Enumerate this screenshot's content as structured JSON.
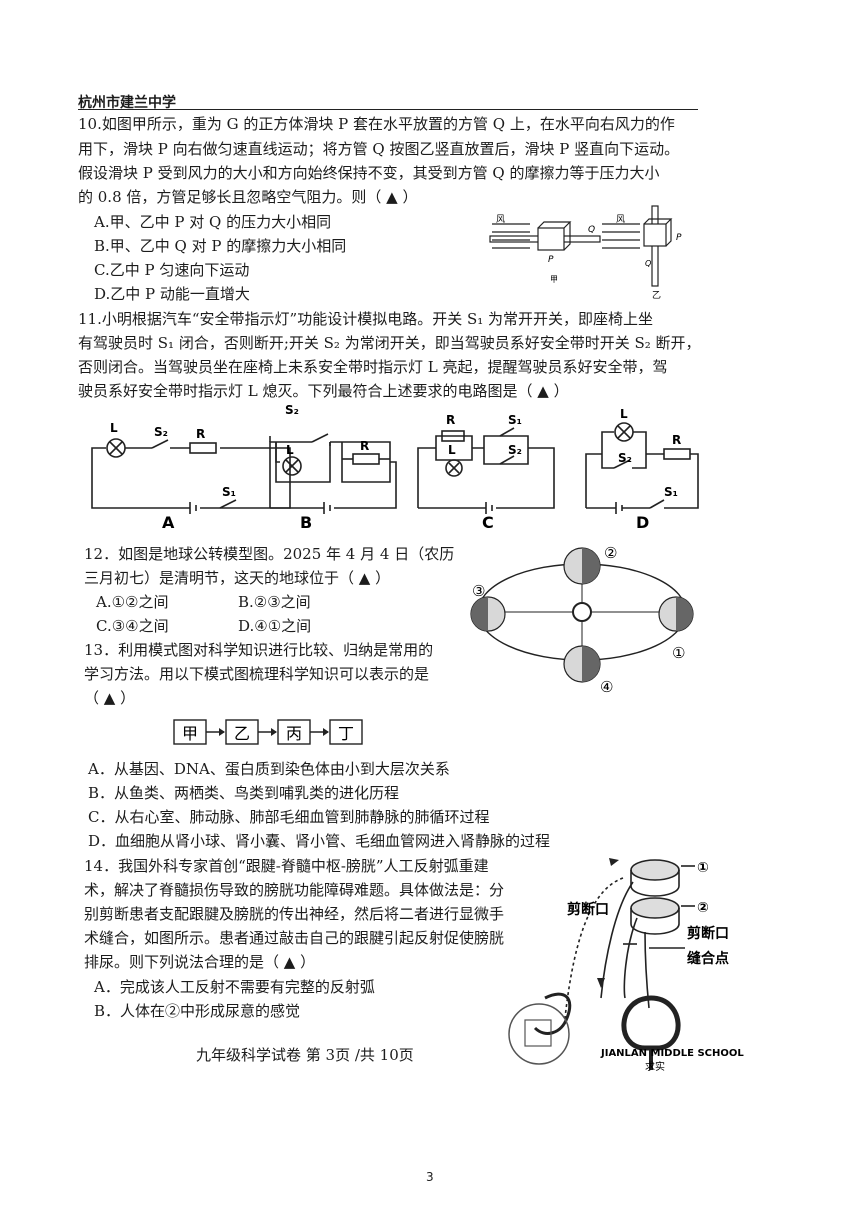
{
  "header": {
    "school": "杭州市建兰中学"
  },
  "q10": {
    "lines": [
      "10.如图甲所示，重为 G 的正方体滑块 P 套在水平放置的方管 Q 上，在水平向右风力的作",
      "用下，滑块 P 向右做匀速直线运动；将方管 Q 按图乙竖直放置后，滑块 P 竖直向下运动。",
      "假设滑块 P 受到风力的大小和方向始终保持不变，其受到方管 Q 的摩擦力等于压力大小",
      "的 0.8 倍，方管足够长且忽略空气阻力。则（ ▲ ）"
    ],
    "options": [
      "A.甲、乙中 P 对 Q 的压力大小相同",
      "B.甲、乙中 Q 对 P 的摩擦力大小相同",
      "C.乙中 P 匀速向下运动",
      "D.乙中 P 动能一直增大"
    ],
    "fig": {
      "wind": "风",
      "p": "P",
      "q": "Q",
      "jia": "甲",
      "yi": "乙"
    }
  },
  "q11": {
    "lines": [
      "11.小明根据汽车“安全带指示灯”功能设计模拟电路。开关 S₁ 为常开开关，即座椅上坐",
      "有驾驶员时 S₁ 闭合，否则断开;开关 S₂ 为常闭开关，即当驾驶员系好安全带时开关 S₂ 断开，",
      "否则闭合。当驾驶员坐在座椅上未系安全带时指示灯 L 亮起，提醒驾驶员系好安全带，驾",
      "驶员系好安全带时指示灯 L 熄灭。下列最符合上述要求的电路图是（ ▲ ）"
    ],
    "circuits": {
      "L": "L",
      "R": "R",
      "S1": "S₁",
      "S2": "S₂",
      "A": "A",
      "B": "B",
      "C": "C",
      "D": "D"
    }
  },
  "q12": {
    "lines": [
      "12．如图是地球公转模型图。2025 年 4 月 4 日（农历",
      "三月初七）是清明节，这天的地球位于（ ▲ ）"
    ],
    "options": [
      "A.①②之间",
      "B.②③之间",
      "C.③④之间",
      "D.④①之间"
    ],
    "fig": {
      "n1": "①",
      "n2": "②",
      "n3": "③",
      "n4": "④"
    }
  },
  "q13": {
    "lines": [
      "13．利用模式图对科学知识进行比较、归纳是常用的",
      "学习方法。用以下模式图梳理科学知识可以表示的是",
      "（ ▲ ）"
    ],
    "boxes": [
      "甲",
      "乙",
      "丙",
      "丁"
    ],
    "options": [
      "A．从基因、DNA、蛋白质到染色体由小到大层次关系",
      "B．从鱼类、两栖类、鸟类到哺乳类的进化历程",
      "C．从右心室、肺动脉、肺部毛细血管到肺静脉的肺循环过程",
      "D．血细胞从肾小球、肾小囊、肾小管、毛细血管网进入肾静脉的过程"
    ]
  },
  "q14": {
    "lines": [
      "14．我国外科专家首创“跟腱-脊髓中枢-膀胱”人工反射弧重建",
      "术，解决了脊髓损伤导致的膀胱功能障碍难题。具体做法是：分",
      "别剪断患者支配跟腱及膀胱的传出神经，然后将二者进行显微手",
      "术缝合，如图所示。患者通过敲击自己的跟腱引起反射促使膀胱",
      "排尿。则下列说法合理的是（ ▲ ）"
    ],
    "options": [
      "A．完成该人工反射不需要有完整的反射弧",
      "B．人体在②中形成尿意的感觉"
    ],
    "fig": {
      "n1": "①",
      "n2": "②",
      "cut_left": "剪断口",
      "cut_right": "剪断口",
      "suture": "缝合点"
    }
  },
  "watermark": {
    "school_en": "JIANLAN MIDDLE SCHOOL",
    "motto": "求实"
  },
  "footer": {
    "text": "九年级科学试卷 第 3页 /共 10页",
    "page": "3"
  }
}
